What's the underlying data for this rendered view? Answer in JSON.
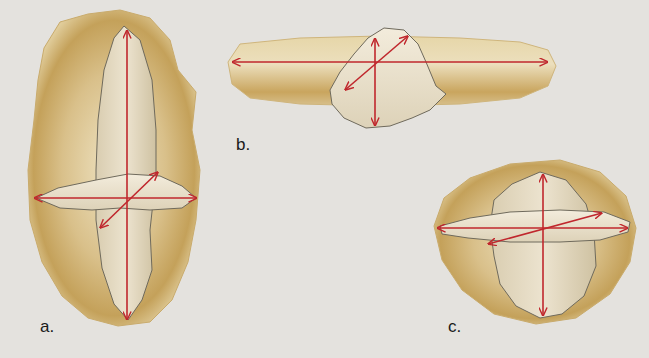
{
  "diagram": {
    "labels": [
      "a.",
      "b.",
      "c."
    ]
  }
}
